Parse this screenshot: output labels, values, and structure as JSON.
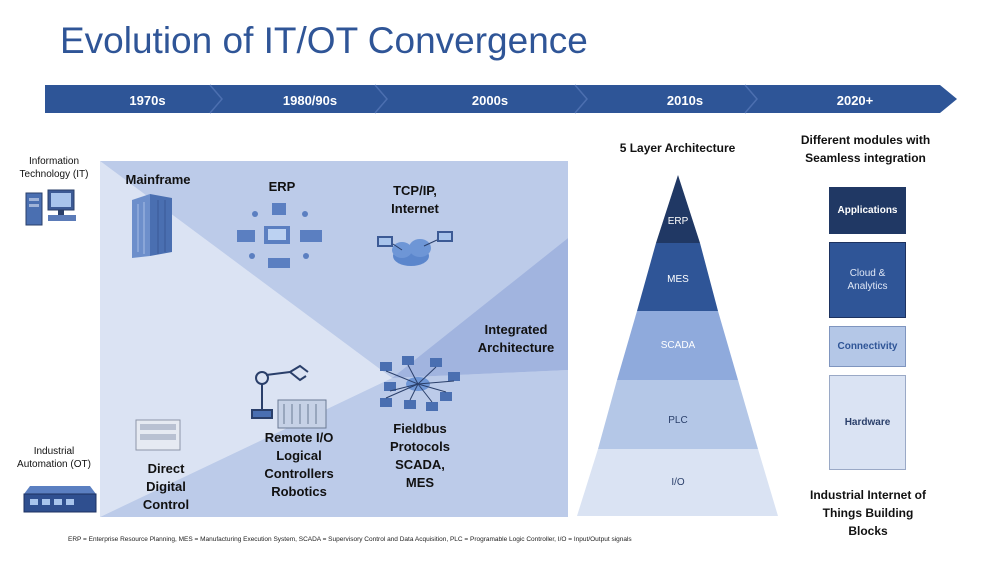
{
  "title": "Evolution of IT/OT Convergence",
  "timeline": [
    "1970s",
    "1980/90s",
    "2000s",
    "2010s",
    "2020+"
  ],
  "left_labels": {
    "it": "Information Technology (IT)",
    "ot": "Industrial Automation (OT)"
  },
  "diagram_labels": {
    "mainframe": "Mainframe",
    "erp": "ERP",
    "tcpip": "TCP/IP, Internet",
    "integrated": "Integrated Architecture",
    "direct_digital": "Direct Digital Control",
    "remote_io": "Remote I/O Logical Controllers Robotics",
    "fieldbus": "Fieldbus Protocols SCADA, MES"
  },
  "pyramid": {
    "title": "5 Layer Architecture",
    "layers": [
      "ERP",
      "MES",
      "SCADA",
      "PLC",
      "I/O"
    ]
  },
  "modules": {
    "title": "Different modules with Seamless integration",
    "blocks": [
      "Applications",
      "Cloud & Analytics",
      "Connectivity",
      "Hardware"
    ],
    "caption": "Industrial Internet of Things Building Blocks"
  },
  "footnote": "ERP = Enterprise Resource Planning, MES = Manufacturing Execution System, SCADA = Supervisory Control and Data Acquisition, PLC = Programable Logic Controller, I/O = Input/Output signals",
  "colors": {
    "title": "#2f5597",
    "arrow": "#2e5597",
    "panel_light": "#dbe3f3",
    "panel_mid": "#b4c4e6",
    "panel_dark": "#a1b4df",
    "layer_erp": "#203864",
    "layer_mes": "#2f5597",
    "layer_scada": "#8faadc",
    "layer_plc": "#b4c7e7",
    "layer_io": "#dae3f3"
  },
  "icons": [
    "computer-icon",
    "server-rack-icon",
    "factory-network-icon",
    "cloud-network-icon",
    "robot-arm-icon",
    "controller-icon",
    "network-map-icon",
    "switch-icon"
  ]
}
